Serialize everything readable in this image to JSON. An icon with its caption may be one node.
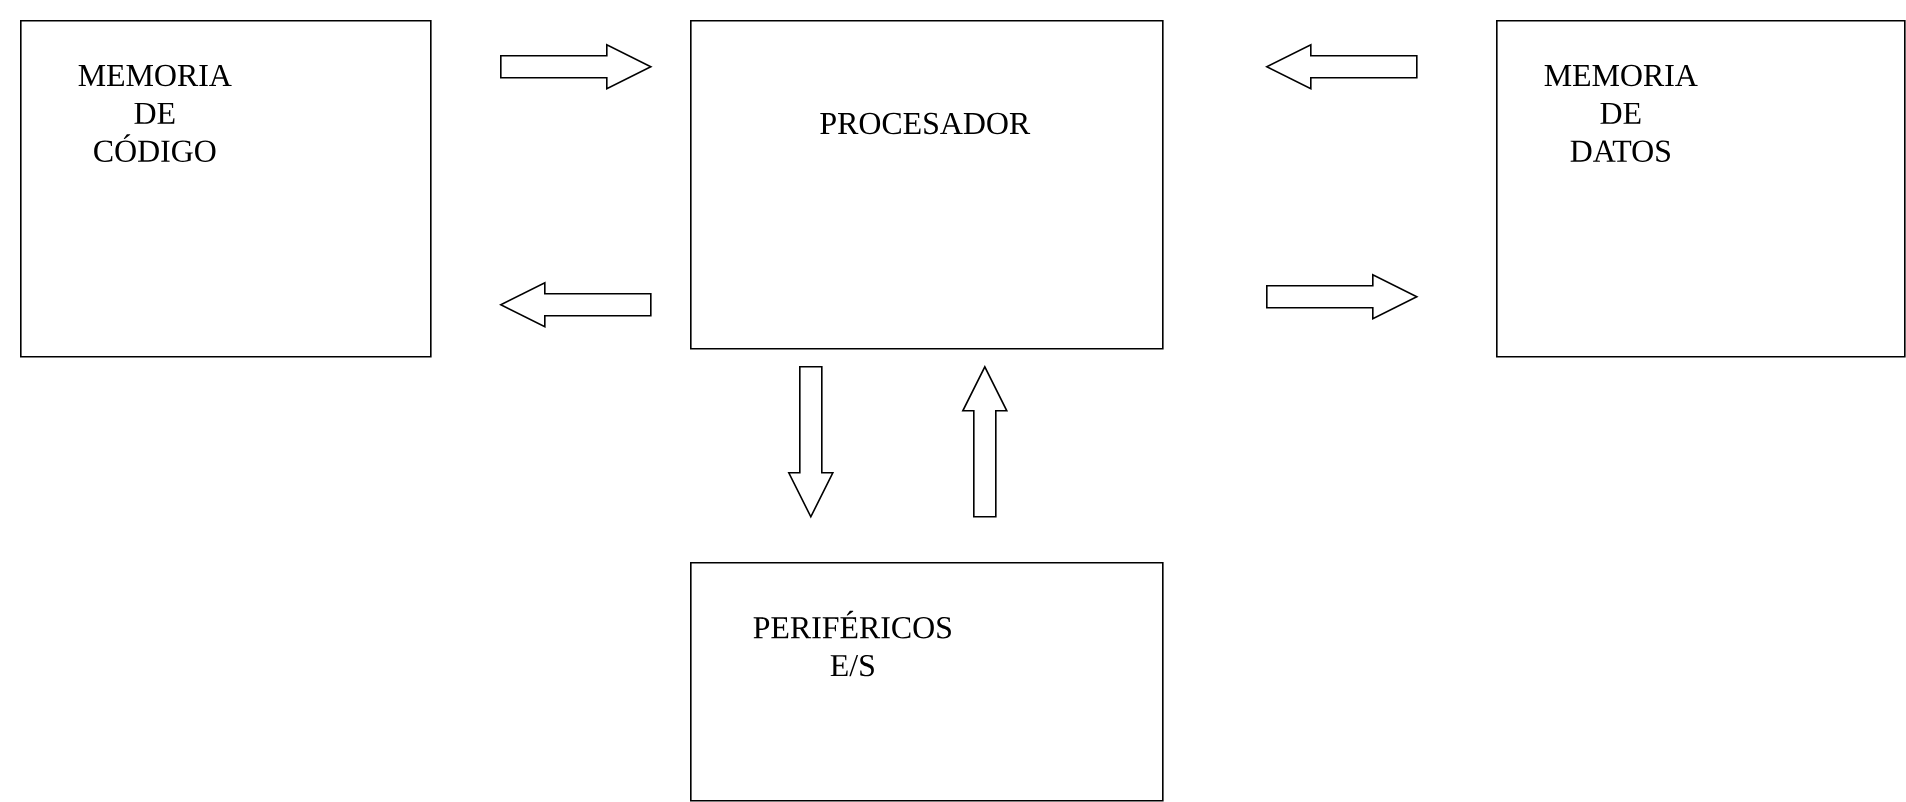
{
  "diagram": {
    "nodes": [
      {
        "text": [
          "MEMORIA DE CÓDIGO"
        ]
      },
      {
        "text": [
          "PROCESADOR"
        ]
      },
      {
        "text": [
          "MEMORIA DE DATOS"
        ]
      },
      {
        "text": [
          "PERIFÉRICOS E/S"
        ]
      }
    ],
    "edges": [
      {
        "from": 0,
        "to": 1,
        "arrow": "to"
      },
      {
        "from": 1,
        "to": 0,
        "arrow": "to"
      },
      {
        "from": 2,
        "to": 1,
        "arrow": "to"
      },
      {
        "from": 1,
        "to": 2,
        "arrow": "to"
      },
      {
        "from": 1,
        "to": 3,
        "arrow": "to"
      },
      {
        "from": 3,
        "to": 1,
        "arrow": "to"
      }
    ]
  }
}
